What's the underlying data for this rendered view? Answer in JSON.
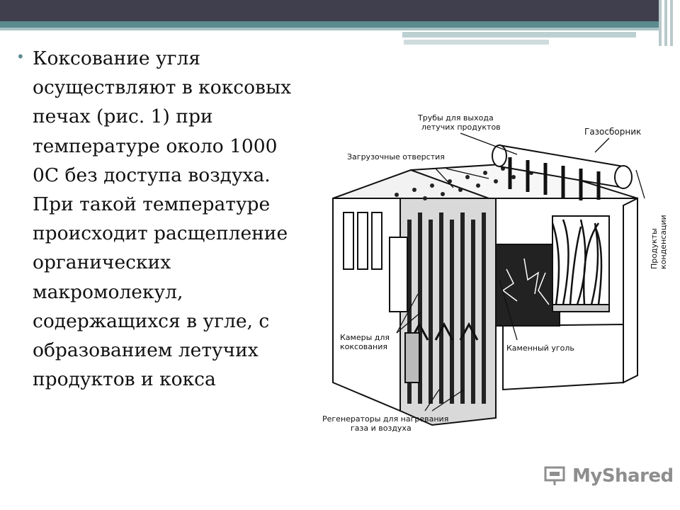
{
  "slide": {
    "text": "Коксование угля осуществляют в коксовых печах (рис. 1) при температуре около 1000 0С без доступа воздуха. При такой температуре происходит расщепление органических макромолекул, содержащихся в угле, с образованием летучих продуктов и кокса",
    "bullet": "•"
  },
  "figure": {
    "labels": {
      "pipes": "Трубы для выхода\nлетучих продуктов",
      "gas_collector": "Газосборник",
      "loading_holes": "Загрузочные отверстия",
      "condensate": "Продукты\nконденсации",
      "chambers": "Камеры для\nкоксования",
      "coal": "Каменный уголь",
      "regenerators": "Регенераторы для нагревания\nгаза и воздуха"
    }
  },
  "watermark": {
    "text": "MyShared"
  }
}
